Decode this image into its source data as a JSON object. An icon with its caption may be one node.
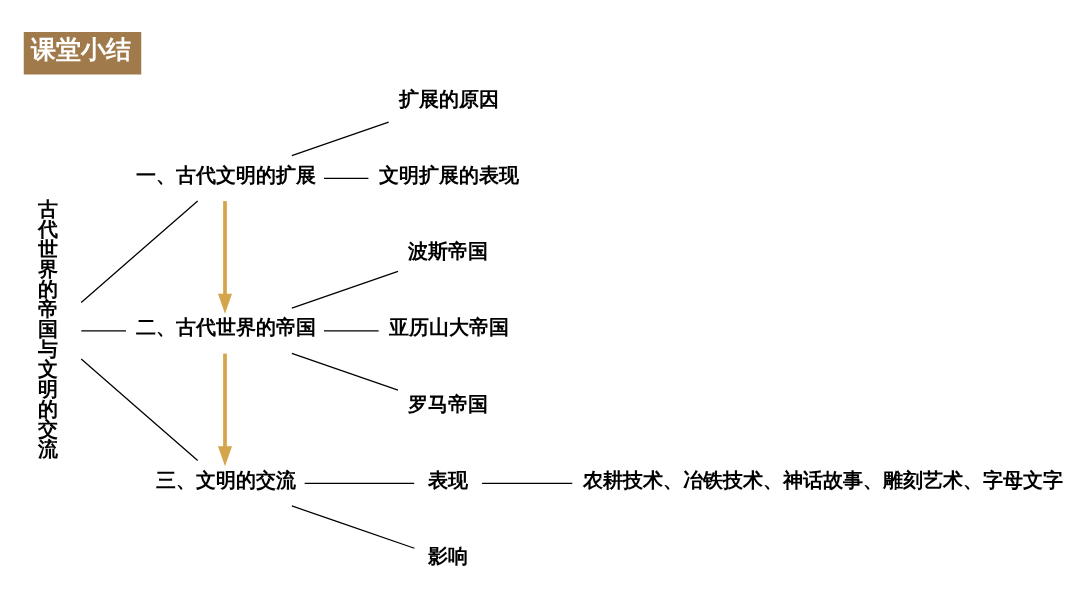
{
  "diagram": {
    "title": "课堂小结",
    "nodes": [
      {
        "text": [
          "古代世界的帝国与文明的交流"
        ]
      },
      {
        "text": [
          "一、古代文明的扩展"
        ]
      },
      {
        "text": [
          "扩展的原因"
        ]
      },
      {
        "text": [
          "文明扩展的表现"
        ]
      },
      {
        "text": [
          "二、古代世界的帝国"
        ]
      },
      {
        "text": [
          "波斯帝国"
        ]
      },
      {
        "text": [
          "亚历山大帝国"
        ]
      },
      {
        "text": [
          "罗马帝国"
        ]
      },
      {
        "text": [
          "三、文明的交流"
        ]
      },
      {
        "text": [
          "表现"
        ]
      },
      {
        "text": [
          "农耕技术、冶铁技术、神话故事、雕刻艺术、字母文字"
        ]
      },
      {
        "text": [
          "影响"
        ]
      }
    ],
    "edges": [
      {
        "from": 0,
        "to": 1,
        "arrow": "none"
      },
      {
        "from": 0,
        "to": 4,
        "arrow": "none"
      },
      {
        "from": 0,
        "to": 8,
        "arrow": "none"
      },
      {
        "from": 1,
        "to": 2,
        "arrow": "none"
      },
      {
        "from": 1,
        "to": 3,
        "arrow": "none"
      },
      {
        "from": 4,
        "to": 5,
        "arrow": "none"
      },
      {
        "from": 4,
        "to": 6,
        "arrow": "none"
      },
      {
        "from": 4,
        "to": 7,
        "arrow": "none"
      },
      {
        "from": 8,
        "to": 9,
        "arrow": "none"
      },
      {
        "from": 8,
        "to": 11,
        "arrow": "none"
      },
      {
        "from": 9,
        "to": 10,
        "arrow": "none"
      },
      {
        "from": 1,
        "to": 4,
        "arrow": "to",
        "style": "thick",
        "color": "#d4a54a"
      },
      {
        "from": 4,
        "to": 8,
        "arrow": "to",
        "style": "thick",
        "color": "#d4a54a"
      }
    ]
  }
}
